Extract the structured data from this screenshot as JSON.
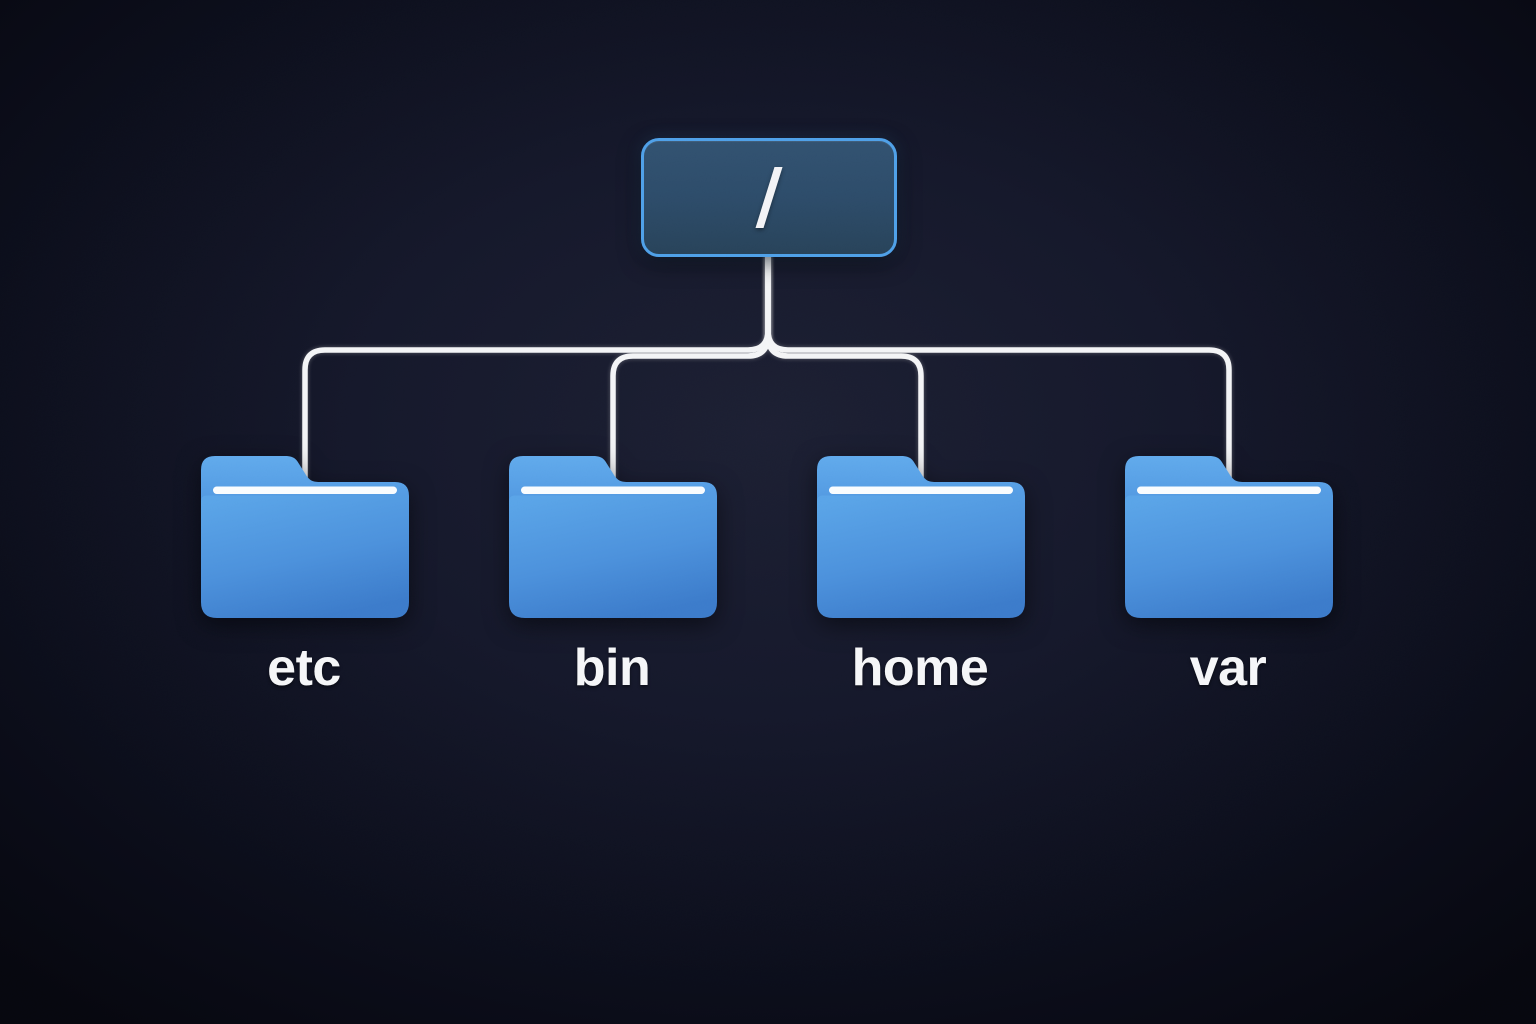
{
  "diagram": {
    "type": "filesystem-tree",
    "root": {
      "id": "root",
      "label": "/"
    },
    "children": [
      {
        "id": "etc",
        "label": "etc",
        "icon": "folder-icon"
      },
      {
        "id": "bin",
        "label": "bin",
        "icon": "folder-icon"
      },
      {
        "id": "home",
        "label": "home",
        "icon": "folder-icon"
      },
      {
        "id": "var",
        "label": "var",
        "icon": "folder-icon"
      }
    ],
    "colors": {
      "background_center": "#1b1e31",
      "background_edge": "#06070e",
      "root_node_fill": "#2b4a68",
      "root_node_border": "#4d9fe8",
      "connector_line": "#f3f4f6",
      "folder_light": "#5ba6e9",
      "folder_dark": "#3b7bcb",
      "folder_highlight": "#ffffff",
      "label_text": "#f5f6f8"
    }
  }
}
